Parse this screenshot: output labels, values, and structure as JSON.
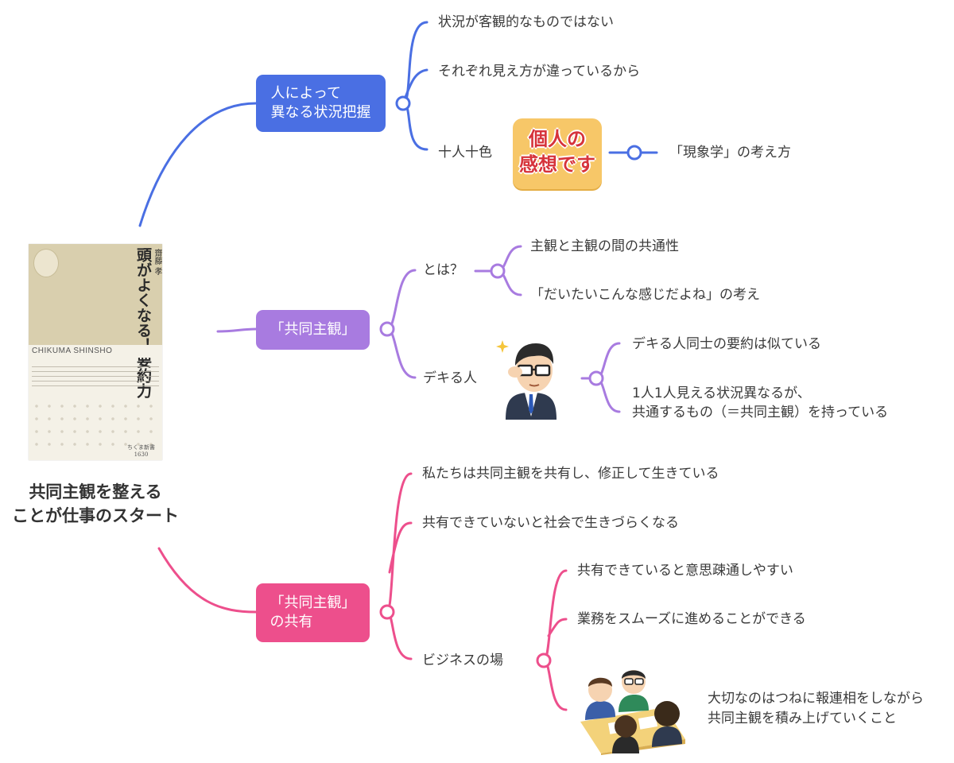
{
  "colors": {
    "blue": "#4a6fe3",
    "purple": "#a87be0",
    "pink": "#ed4f8c"
  },
  "root": {
    "title": "共同主観を整える\nことが仕事のスタート",
    "book": {
      "title": "頭がよくなる！要約力",
      "author": "齋藤 孝",
      "series": "CHIKUMA SHINSHO",
      "publisher": "ちくま新書",
      "number": "1630"
    }
  },
  "branches": {
    "blue": {
      "label": "人によって\n異なる状況把握",
      "children": [
        "状況が客観的なものではない",
        "それぞれ見え方が違っているから",
        "十人十色"
      ],
      "sticker": "個人の\n感想です",
      "sticker_child": "「現象学」の考え方"
    },
    "purple": {
      "label": "「共同主観」",
      "toha": {
        "label": "とは？",
        "children": [
          "主観と主観の間の共通性",
          "「だいたいこんな感じだよね」の考え"
        ]
      },
      "dekiru": {
        "label": "デキる人",
        "children": [
          "デキる人同士の要約は似ている",
          "1人1人見える状況異なるが、\n共通するもの（＝共同主観）を持っている"
        ]
      }
    },
    "pink": {
      "label": "「共同主観」\nの共有",
      "children": [
        "私たちは共同主観を共有し、修正して生きている",
        "共有できていないと社会で生きづらくなる"
      ],
      "business": {
        "label": "ビジネスの場",
        "children": [
          "共有できていると意思疎通しやすい",
          "業務をスムーズに進めることができる"
        ],
        "image_child": "大切なのはつねに報連相をしながら\n共同主観を積み上げていくこと"
      }
    }
  }
}
